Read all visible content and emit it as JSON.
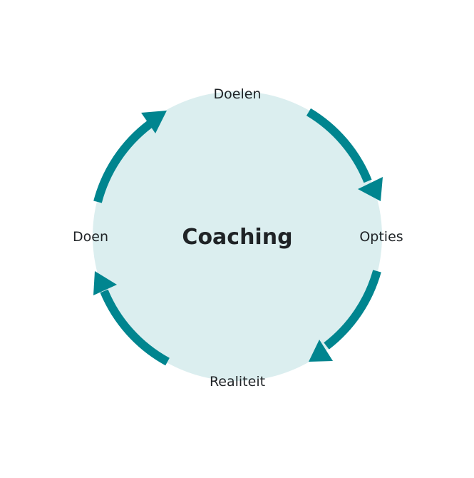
{
  "diagram": {
    "center": "Coaching",
    "nodes": [
      {
        "id": "doelen",
        "label": "Doelen"
      },
      {
        "id": "opties",
        "label": "Opties"
      },
      {
        "id": "realiteit",
        "label": "Realiteit"
      },
      {
        "id": "doen",
        "label": "Doen"
      }
    ],
    "flow": [
      "doelen",
      "opties",
      "realiteit",
      "doen"
    ],
    "cyclic": true
  },
  "colors": {
    "circle_fill": "#dbeeef",
    "arrow": "#00858f",
    "text": "#1f2326"
  }
}
